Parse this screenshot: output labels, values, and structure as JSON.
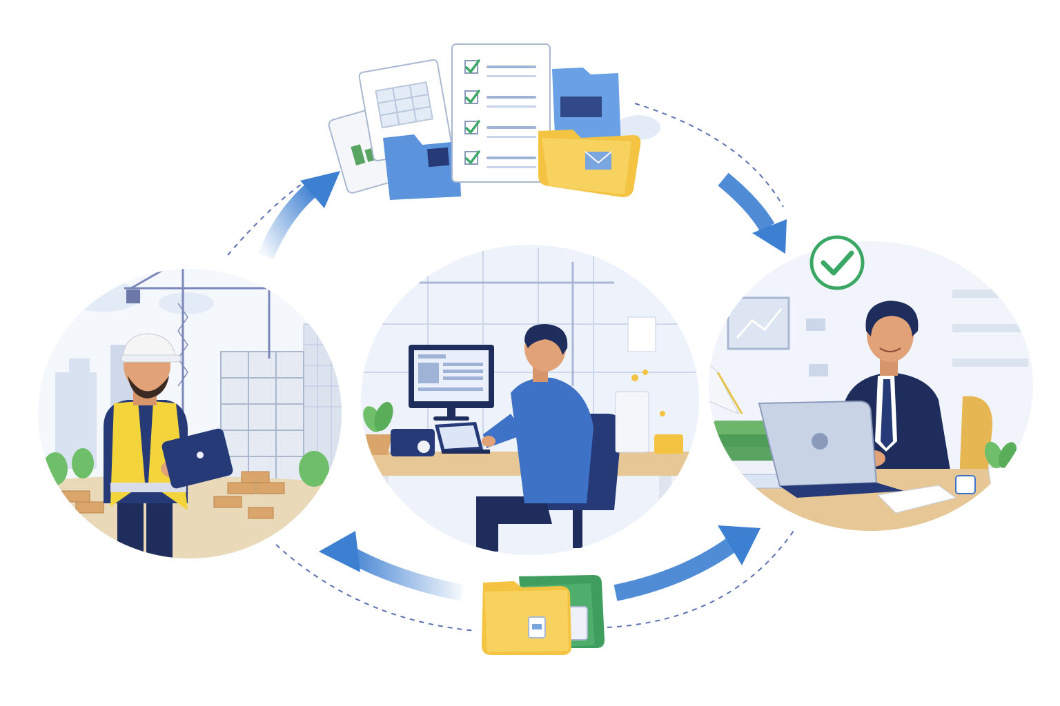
{
  "diagram": {
    "type": "workflow-cycle",
    "nodes": [
      {
        "id": "site",
        "role": "construction-site-worker",
        "icon": "tablet-icon"
      },
      {
        "id": "office",
        "role": "office-worker-at-computer",
        "icon": "monitor-icon"
      },
      {
        "id": "review",
        "role": "manager-approving",
        "icon": "check-circle-icon"
      }
    ],
    "documents": {
      "top": {
        "icon": "documents-stack-icon",
        "checklist_items": 4
      },
      "bottom": {
        "icon": "folders-icon"
      }
    },
    "flows": [
      {
        "from": "site",
        "to": "documents-top",
        "direction": "up-right"
      },
      {
        "from": "documents-top",
        "to": "review",
        "direction": "down-right"
      },
      {
        "from": "documents-bottom",
        "to": "review",
        "direction": "up-right"
      },
      {
        "from": "documents-bottom",
        "to": "site",
        "direction": "up-left"
      }
    ]
  },
  "colors": {
    "arrow": "#3d7fd1",
    "dashed_line": "#5a6fb0",
    "check": "#3aa864",
    "folder_yellow": "#f4c342",
    "folder_blue": "#5b93dc",
    "folder_green": "#3f9d5e",
    "navy": "#1f2d5c",
    "vest": "#f3d43a",
    "desk": "#e7c796",
    "sky_tint": "#e9effa"
  }
}
